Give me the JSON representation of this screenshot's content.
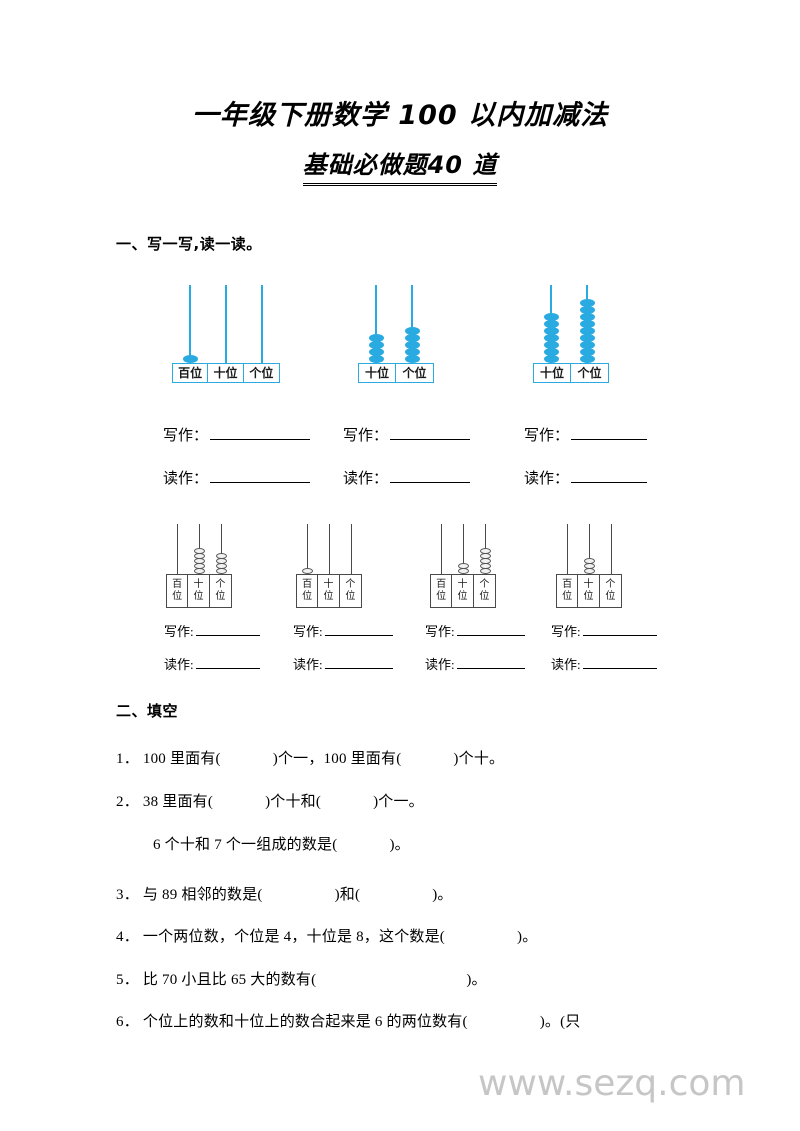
{
  "document": {
    "title_line1": "一年级下册数学 100 以内加减法",
    "title_line2": "基础必做题40 道",
    "watermark": "www.sezq.com"
  },
  "sections": [
    {
      "heading": "一、写一写,读一读。"
    },
    {
      "heading": "二、填空"
    }
  ],
  "labels": {
    "hundreds": "百位",
    "tens": "十位",
    "ones": "个位",
    "hundreds_v1": "百",
    "hundreds_v2": "位",
    "tens_v1": "十",
    "tens_v2": "位",
    "ones_v1": "个",
    "ones_v2": "位",
    "write": "写作：",
    "read": "读作：",
    "write_compact": "写作:",
    "read_compact": "读作:"
  },
  "abacus_row1": [
    {
      "name": "abacus-1",
      "columns": [
        {
          "place": "百位",
          "beads": 1
        },
        {
          "place": "十位",
          "beads": 0
        },
        {
          "place": "个位",
          "beads": 0
        }
      ]
    },
    {
      "name": "abacus-2",
      "columns": [
        {
          "place": "十位",
          "beads": 4
        },
        {
          "place": "个位",
          "beads": 5
        }
      ]
    },
    {
      "name": "abacus-3",
      "columns": [
        {
          "place": "十位",
          "beads": 7
        },
        {
          "place": "个位",
          "beads": 9
        }
      ]
    }
  ],
  "abacus_row2": [
    {
      "name": "abacus-4",
      "columns": [
        {
          "place": "百位",
          "beads": 0
        },
        {
          "place": "十位",
          "beads": 5
        },
        {
          "place": "个位",
          "beads": 4
        }
      ]
    },
    {
      "name": "abacus-5",
      "columns": [
        {
          "place": "百位",
          "beads": 1
        },
        {
          "place": "十位",
          "beads": 0
        },
        {
          "place": "个位",
          "beads": 0
        }
      ]
    },
    {
      "name": "abacus-6",
      "columns": [
        {
          "place": "百位",
          "beads": 0
        },
        {
          "place": "十位",
          "beads": 2
        },
        {
          "place": "个位",
          "beads": 5
        }
      ]
    },
    {
      "name": "abacus-7",
      "columns": [
        {
          "place": "百位",
          "beads": 0
        },
        {
          "place": "十位",
          "beads": 3
        },
        {
          "place": "个位",
          "beads": 0
        }
      ]
    }
  ],
  "questions": [
    {
      "num": "1．",
      "parts": [
        "100 里面有(",
        ")个一，100 里面有(",
        ")个十。"
      ]
    },
    {
      "num": "2．",
      "parts": [
        "38 里面有(",
        ")个十和(",
        ")个一。"
      ]
    },
    {
      "num": "",
      "parts": [
        "6 个十和 7 个一组成的数是(",
        ")。"
      ]
    },
    {
      "num": "3．",
      "parts": [
        "与 89 相邻的数是(",
        ")和(",
        ")。"
      ]
    },
    {
      "num": "4．",
      "parts": [
        "一个两位数，个位是 4，十位是 8，这个数是(",
        ")。"
      ]
    },
    {
      "num": "5．",
      "parts": [
        "比 70 小且比 65 大的数有(",
        ")。"
      ]
    },
    {
      "num": "6．",
      "parts": [
        "个位上的数和十位上的数合起来是 6 的两位数有(",
        ")。(只"
      ]
    }
  ],
  "colors": {
    "accent_blue": "#29ABE2",
    "rule_black": "#000000",
    "watermark_gray": "#c6c6c6"
  }
}
